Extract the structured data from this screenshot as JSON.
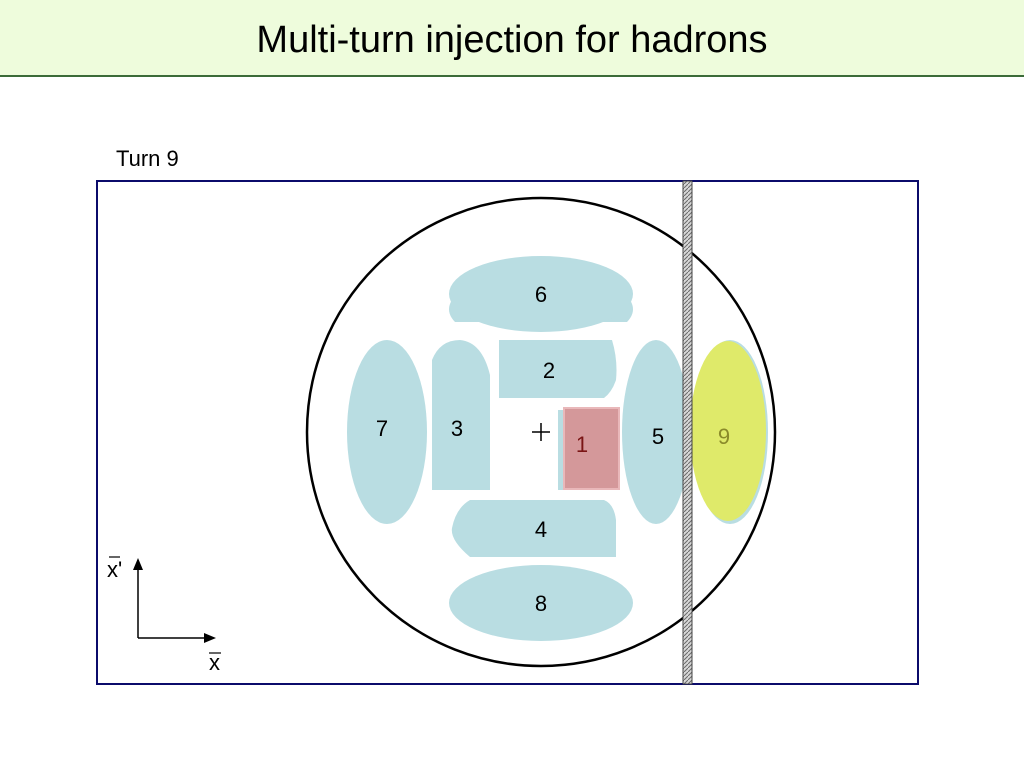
{
  "title": "Multi-turn injection for hadrons",
  "turn_label": "Turn 9",
  "axes": {
    "x_label": "x",
    "xp_label": "x'"
  },
  "colors": {
    "title_bg": "#eefcdc",
    "beamlet_fill": "#b9dde2",
    "current_turn_fill": "#dfea6a",
    "first_turn_fill": "#d4989a",
    "frame": "#0b0b6b"
  },
  "beamlets": [
    {
      "id": "1",
      "label": "1",
      "kind": "rect"
    },
    {
      "id": "2",
      "label": "2",
      "kind": "rect-clipped"
    },
    {
      "id": "3",
      "label": "3",
      "kind": "tall-arch"
    },
    {
      "id": "4",
      "label": "4",
      "kind": "rect-clipped"
    },
    {
      "id": "5",
      "label": "5",
      "kind": "ellipse"
    },
    {
      "id": "6",
      "label": "6",
      "kind": "ellipse"
    },
    {
      "id": "7",
      "label": "7",
      "kind": "ellipse"
    },
    {
      "id": "8",
      "label": "8",
      "kind": "ellipse"
    },
    {
      "id": "9",
      "label": "9",
      "kind": "ellipse-highlight"
    }
  ]
}
